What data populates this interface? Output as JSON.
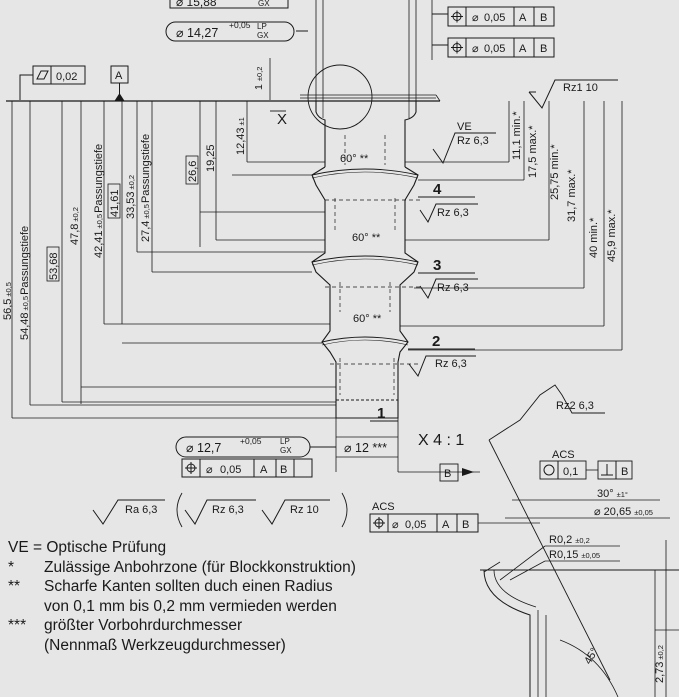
{
  "top": {
    "d1588": "⌀ 15,88",
    "d1588_sym": "GX",
    "d1427": "⌀ 14,27",
    "d1427_tol": "+0,05",
    "d1427_lp": "LP",
    "d1427_gx": "GX",
    "fcf1_tol": "0,05",
    "fcf1_d1": "A",
    "fcf1_d2": "B",
    "fcf2_tol": "0,05",
    "fcf2_d1": "A",
    "fcf2_d2": "B",
    "flatness": "0,02",
    "datum_a": "A",
    "x_label": "X",
    "dim_1": "1",
    "dim_1_tol": "±0,2",
    "rz1": "Rz1  10"
  },
  "left_dims": [
    {
      "value": "56,5",
      "tol": "±0,5",
      "extra": ""
    },
    {
      "value": "54,48",
      "tol": "±0,5",
      "extra": "Passungstiefe"
    },
    {
      "value": "53,68",
      "tol": "",
      "extra": ""
    },
    {
      "value": "47,8",
      "tol": "±0,2",
      "extra": ""
    },
    {
      "value": "42,41",
      "tol": "±0,5",
      "extra": "Passungstiefe"
    },
    {
      "value": "41,61",
      "tol": "",
      "extra": ""
    },
    {
      "value": "33,53",
      "tol": "±0,2",
      "extra": ""
    },
    {
      "value": "27,4",
      "tol": "±0,5",
      "extra": "Passungstiefe"
    },
    {
      "value": "26,6",
      "tol": "",
      "extra": ""
    },
    {
      "value": "19,25",
      "tol": "",
      "extra": ""
    },
    {
      "value": "12,43",
      "tol": "±1",
      "extra": ""
    }
  ],
  "right_dims": [
    {
      "value": "11,1 min.*"
    },
    {
      "value": "17,5 max.*"
    },
    {
      "value": "25,75 min.*"
    },
    {
      "value": "31,7 max.*"
    },
    {
      "value": "40 min.*"
    },
    {
      "value": "45,9 max.*"
    }
  ],
  "mid": {
    "ve": "VE",
    "rz63": "Rz 6,3",
    "angle1": "60° **",
    "angle2": "60° **",
    "angle3": "60° **",
    "step4": "4",
    "step3": "3",
    "step2": "2",
    "step1": "1",
    "rz_a": "Rz 6,3",
    "rz_b": "Rz 6,3",
    "rz_c": "Rz 6,3"
  },
  "bottom": {
    "d127": "⌀ 12,7",
    "d127_tol": "+0,05",
    "d127_lp": "LP",
    "d127_gx": "GX",
    "fcf_tol": "0,05",
    "fcf_d1": "A",
    "fcf_d2": "B",
    "d12": "⌀ 12 ***",
    "scale": "X 4 : 1",
    "datum_b": "B",
    "ra63": "Ra 6,3",
    "rz63": "Rz 6,3",
    "rz10": "Rz 10",
    "acs": "ACS",
    "acs_tol": "0,05",
    "acs_d1": "A",
    "acs_d2": "B"
  },
  "detail": {
    "rz2": "Rz2  6,3",
    "acs": "ACS",
    "circ_tol": "0,1",
    "perp_dat": "B",
    "angle30": "30°",
    "angle30_tol": "±1°",
    "d2065": "⌀ 20,65",
    "d2065_tol": "±0,05",
    "r02": "R0,2",
    "r02_tol": "±0,2",
    "r015": "R0,15",
    "r015_tol": "±0,05",
    "angle45": "45°",
    "dim273": "2,73",
    "dim273_tol": "±0,2"
  },
  "legend": [
    {
      "key": "VE = Optische Prüfung",
      "text": ""
    },
    {
      "key": "*",
      "text": "Zulässige Anbohrzone (für Blockkonstruktion)"
    },
    {
      "key": "**",
      "text": "Scharfe Kanten sollten duch einen Radius"
    },
    {
      "key": "",
      "text": "von 0,1 mm bis 0,2 mm vermieden werden"
    },
    {
      "key": "***",
      "text": "größter Vorbohrdurchmesser"
    },
    {
      "key": "",
      "text": "(Nennmaß Werkzeugdurchmesser)"
    }
  ]
}
